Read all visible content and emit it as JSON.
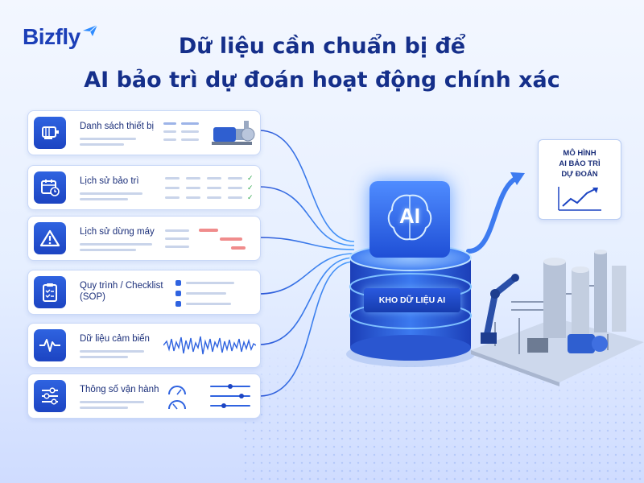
{
  "logo": {
    "text": "Bizfly"
  },
  "title": {
    "line1": "Dữ liệu cần chuẩn bị để",
    "line2": "AI bảo trì dự đoán hoạt động chính xác"
  },
  "inputs": [
    {
      "label": "Danh sách thiết bị",
      "icon": "motor-icon"
    },
    {
      "label": "Lịch sử bảo trì",
      "icon": "calendar-clock-icon"
    },
    {
      "label": "Lịch sử dừng máy",
      "icon": "warning-icon"
    },
    {
      "label": "Quy trình / Checklist",
      "label2": "(SOP)",
      "icon": "clipboard-checklist-icon"
    },
    {
      "label": "Dữ liệu cảm biến",
      "icon": "waveform-icon"
    },
    {
      "label": "Thông số vận hành",
      "icon": "sliders-icon"
    }
  ],
  "ai_chip": {
    "text": "AI"
  },
  "database": {
    "label": "KHO DỮ LIỆU AI"
  },
  "output": {
    "line1": "MÔ HÌNH",
    "line2": "AI BẢO TRÌ",
    "line3": "DỰ ĐOÁN"
  },
  "colors": {
    "primary": "#1c44c2",
    "title": "#152f8a",
    "glow": "#4f8cff"
  }
}
